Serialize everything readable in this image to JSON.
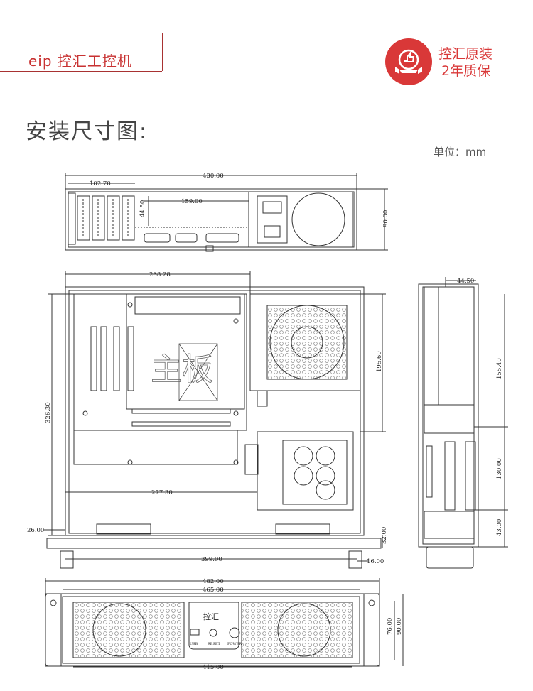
{
  "brand": {
    "name": "eip 控汇工控机"
  },
  "badge": {
    "line1": "控汇原装",
    "line2": "2年质保",
    "icon": "thumbs-up-ribbon-icon",
    "color": "#d93838"
  },
  "section": {
    "title": "安装尺寸图:",
    "unit": "单位：mm"
  },
  "dims": {
    "top_total": "430.00",
    "top_card": "102.70",
    "top_slot": "159.00",
    "top_depth": "44.50",
    "top_height": "90.00",
    "main_board_w": "268.28",
    "main_board_label": "主板",
    "main_psu": "195.60",
    "main_depth": "326.30",
    "main_277": "277.30",
    "main_26": "26.00",
    "main_32": "32.00",
    "main_399": "399.00",
    "main_16": "16.00",
    "side_44": "44.50",
    "side_155": "155.40",
    "side_130": "130.00",
    "side_43": "43.00",
    "front_482": "482.00",
    "front_465": "465.00",
    "front_415": "415.00",
    "front_76": "76.00",
    "front_90": "90.00",
    "front_logo": "控汇",
    "front_usb": "USB",
    "front_reset": "RESET",
    "front_power": "POWER"
  }
}
